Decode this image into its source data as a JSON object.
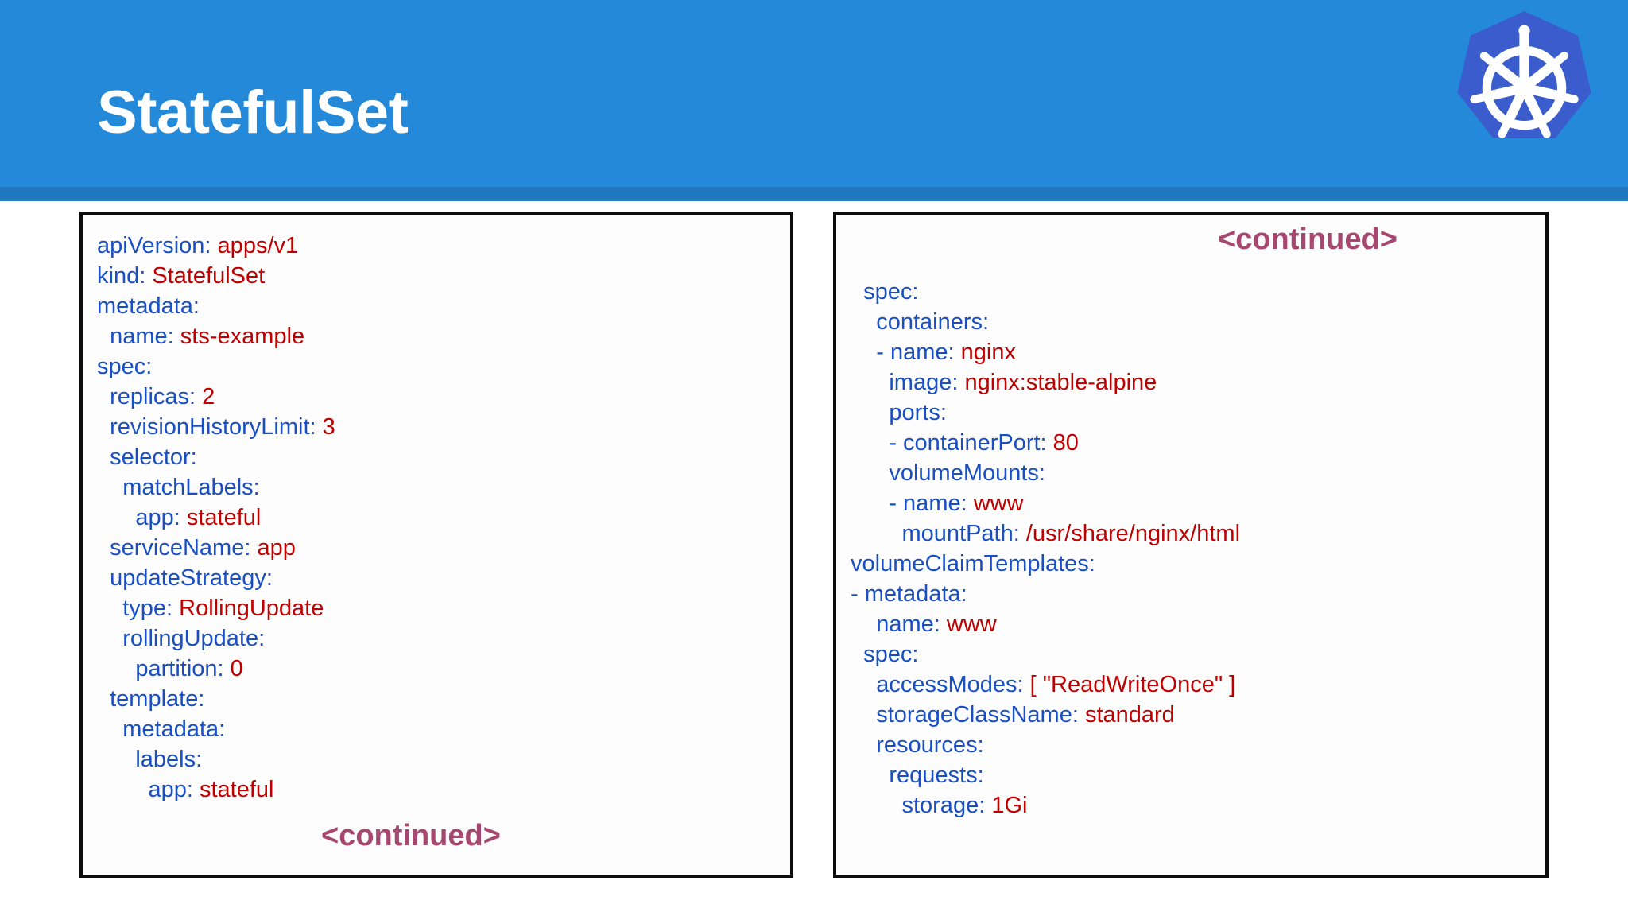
{
  "header": {
    "title": "StatefulSet",
    "bar_color": "#2489d9",
    "underbar_color": "#1f77bf",
    "title_color": "#ffffff",
    "logo_icon": "kubernetes-helm-wheel-icon",
    "logo_fill": "#3a5ccc",
    "logo_wheel_color": "#ffffff"
  },
  "theme": {
    "key_color": "#1a4fc4",
    "value_color": "#c00000",
    "continued_color": "#a6476f",
    "box_border_color": "#0d0d0d",
    "box_background": "#fdfdfd"
  },
  "left_box": {
    "continued_label": "<continued>",
    "lines": [
      {
        "key": "apiVersion:",
        "value": " apps/v1",
        "indent": 0
      },
      {
        "key": "kind:",
        "value": " StatefulSet",
        "indent": 0
      },
      {
        "key": "metadata:",
        "value": "",
        "indent": 0
      },
      {
        "key": "name:",
        "value": " sts-example",
        "indent": 1
      },
      {
        "key": "spec:",
        "value": "",
        "indent": 0
      },
      {
        "key": "replicas:",
        "value": " 2",
        "indent": 1
      },
      {
        "key": "revisionHistoryLimit:",
        "value": " 3",
        "indent": 1
      },
      {
        "key": "selector:",
        "value": "",
        "indent": 1
      },
      {
        "key": "matchLabels:",
        "value": "",
        "indent": 2
      },
      {
        "key": "app:",
        "value": " stateful",
        "indent": 3
      },
      {
        "key": "serviceName:",
        "value": " app",
        "indent": 1
      },
      {
        "key": "updateStrategy:",
        "value": "",
        "indent": 1
      },
      {
        "key": "type:",
        "value": " RollingUpdate",
        "indent": 2
      },
      {
        "key": "rollingUpdate:",
        "value": "",
        "indent": 2
      },
      {
        "key": "partition:",
        "value": " 0",
        "indent": 3
      },
      {
        "key": "template:",
        "value": "",
        "indent": 1
      },
      {
        "key": "metadata:",
        "value": "",
        "indent": 2
      },
      {
        "key": "labels:",
        "value": "",
        "indent": 3
      },
      {
        "key": "app:",
        "value": " stateful",
        "indent": 4
      }
    ]
  },
  "right_box": {
    "continued_label": "<continued>",
    "lines": [
      {
        "key": "spec:",
        "value": "",
        "indent": 1
      },
      {
        "key": "containers:",
        "value": "",
        "indent": 2
      },
      {
        "key": "- name:",
        "value": " nginx",
        "indent": 2
      },
      {
        "key": "image:",
        "value": " nginx:stable-alpine",
        "indent": 3
      },
      {
        "key": "ports:",
        "value": "",
        "indent": 3
      },
      {
        "key": "- containerPort:",
        "value": " 80",
        "indent": 3
      },
      {
        "key": "volumeMounts:",
        "value": "",
        "indent": 3
      },
      {
        "key": "- name:",
        "value": " www",
        "indent": 3
      },
      {
        "key": "mountPath:",
        "value": " /usr/share/nginx/html",
        "indent": 4
      },
      {
        "key": "volumeClaimTemplates:",
        "value": "",
        "indent": 0
      },
      {
        "key": "- metadata:",
        "value": "",
        "indent": 0
      },
      {
        "key": "name:",
        "value": " www",
        "indent": 2
      },
      {
        "key": "spec:",
        "value": "",
        "indent": 1
      },
      {
        "key": "accessModes:",
        "value": " [ \"ReadWriteOnce\" ]",
        "indent": 2
      },
      {
        "key": "storageClassName:",
        "value": " standard",
        "indent": 2
      },
      {
        "key": "resources:",
        "value": "",
        "indent": 2
      },
      {
        "key": "requests:",
        "value": "",
        "indent": 3
      },
      {
        "key": "storage:",
        "value": " 1Gi",
        "indent": 4
      }
    ]
  }
}
